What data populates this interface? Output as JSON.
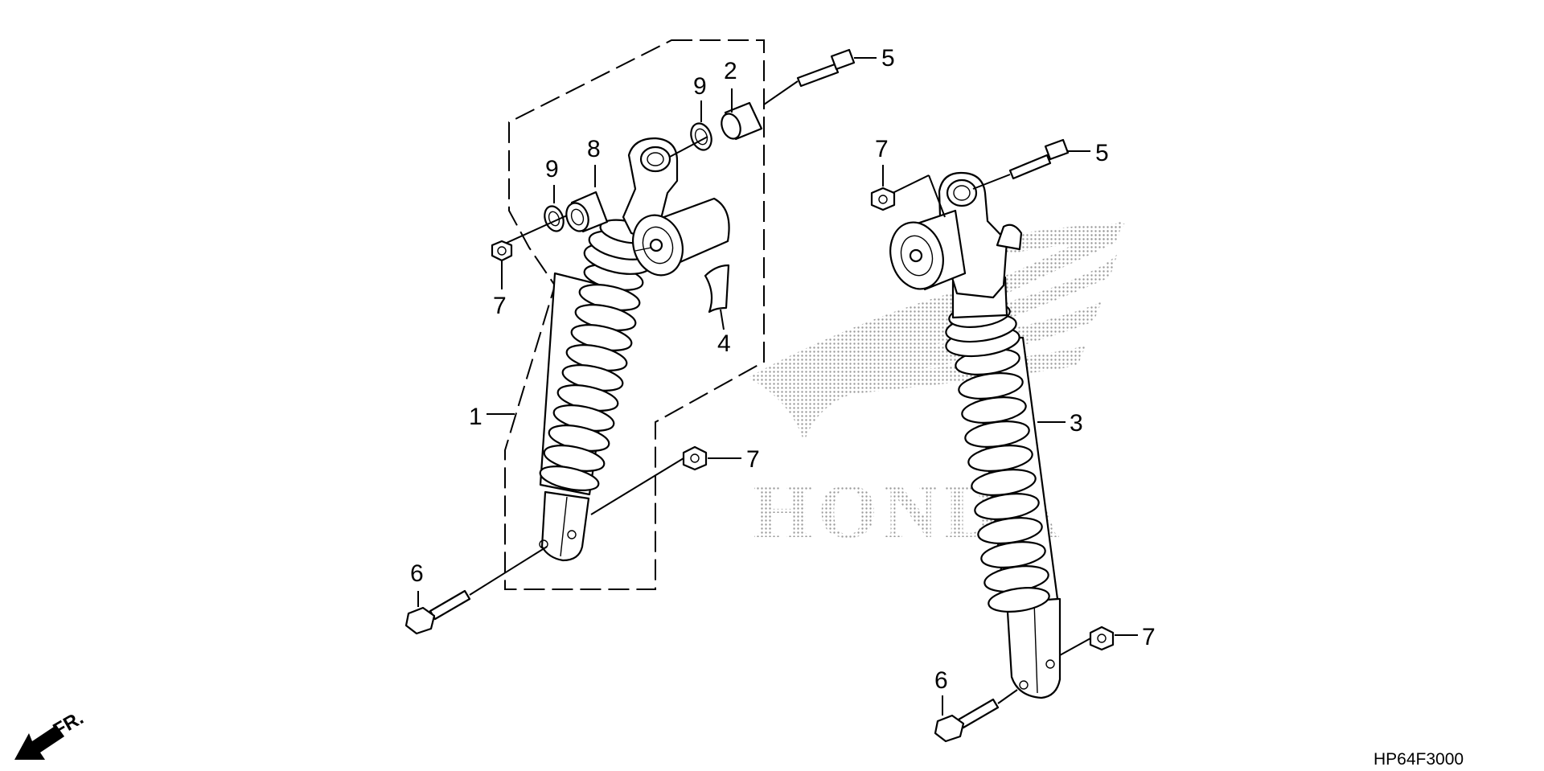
{
  "diagram_code": "HP64F3000",
  "front_arrow_label": "FR.",
  "watermark_text": "HONDA",
  "callouts": {
    "c1": "1",
    "c2": "2",
    "c3": "3",
    "c4": "4",
    "c5a": "5",
    "c5b": "5",
    "c6a": "6",
    "c6b": "6",
    "c7a": "7",
    "c7b": "7",
    "c7c": "7",
    "c7d": "7",
    "c8": "8",
    "c9a": "9",
    "c9b": "9"
  },
  "colors": {
    "ink": "#000000",
    "background": "#ffffff",
    "watermark": "#9a9a9a"
  }
}
